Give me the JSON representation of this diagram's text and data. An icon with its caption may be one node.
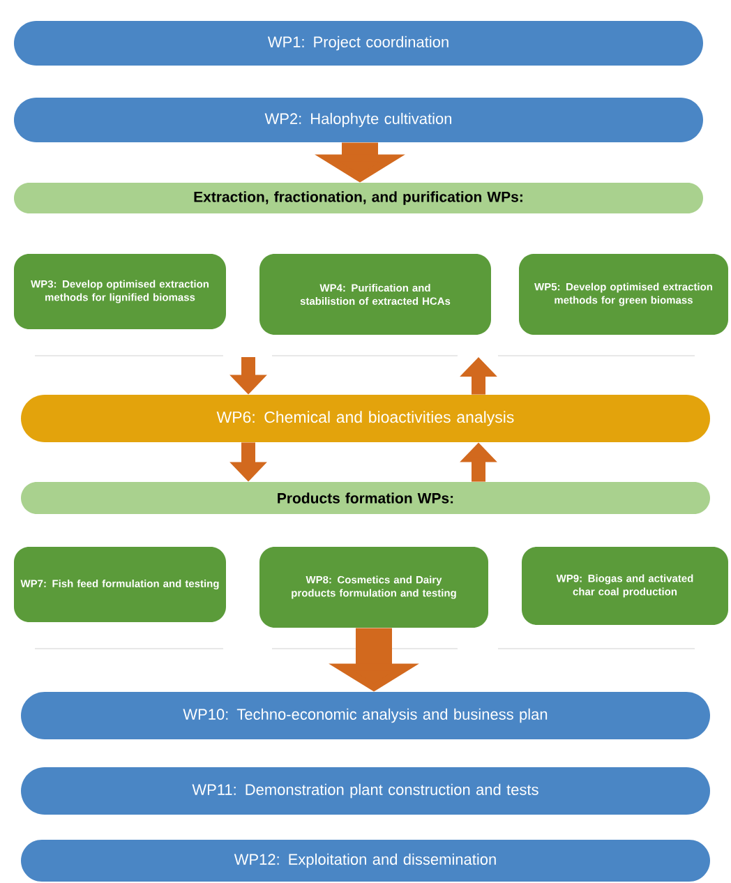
{
  "diagram": {
    "nodes": [
      {
        "text": [
          "WP1: Project coordination"
        ]
      },
      {
        "text": [
          "WP2: Halophyte cultivation"
        ]
      },
      {
        "text": [
          "Extraction, fractionation, and purification WPs:"
        ]
      },
      {
        "text": [
          "WP3: Develop optimised extraction methods for lignified biomass"
        ]
      },
      {
        "text": [
          "WP4: Purification and stabilistion of extracted HCAs"
        ]
      },
      {
        "text": [
          "WP5: Develop optimised extraction methods for green biomass"
        ]
      },
      {
        "text": [
          "WP6: Chemical and bioactivities analysis"
        ]
      },
      {
        "text": [
          "Products formation WPs:"
        ]
      },
      {
        "text": [
          "WP7: Fish feed formulation and testing"
        ]
      },
      {
        "text": [
          "WP8: Cosmetics and Dairy products formulation and testing"
        ]
      },
      {
        "text": [
          "WP9: Biogas and activated char coal production"
        ]
      },
      {
        "text": [
          "WP10: Techno-economic analysis and business plan"
        ]
      },
      {
        "text": [
          "WP11: Demonstration plant construction and tests"
        ]
      },
      {
        "text": [
          "WP12: Exploitation and dissemination"
        ]
      }
    ],
    "edges": [
      {
        "from": 1,
        "to": 2,
        "arrow": "to",
        "style": "thick"
      },
      {
        "from": null,
        "to": 6,
        "arrow": "to"
      },
      {
        "from": 6,
        "to": null,
        "arrow": "to"
      },
      {
        "from": 6,
        "to": 7,
        "arrow": "to"
      },
      {
        "from": 7,
        "to": 6,
        "arrow": "to"
      },
      {
        "from": 9,
        "to": 11,
        "arrow": "to",
        "style": "thick"
      }
    ]
  }
}
